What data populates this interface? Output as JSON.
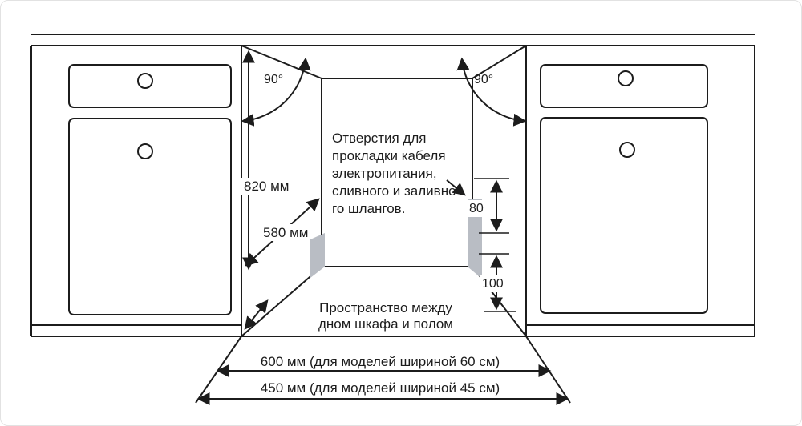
{
  "diagram": {
    "type": "installation-drawing",
    "subject": "built-in dishwasher niche dimensions",
    "labels": {
      "angle_left": "90°",
      "angle_right": "90°",
      "height": "820 мм",
      "depth": "580 мм",
      "holes_note": "Отверстия для\nпрокладки кабеля\nэлектропитания,\nсливного и заливно\nго шлангов.",
      "offset_80": "80",
      "offset_100": "100",
      "floor_note": "Пространство между\nдном шкафа и полом",
      "width_600": "600 мм (для моделей шириной 60 см)",
      "width_450": "450 мм (для моделей шириной 45 см)"
    },
    "colors": {
      "line": "#1c1c1c",
      "hole_strip": "#b9bdc4",
      "background": "#ffffff"
    }
  }
}
